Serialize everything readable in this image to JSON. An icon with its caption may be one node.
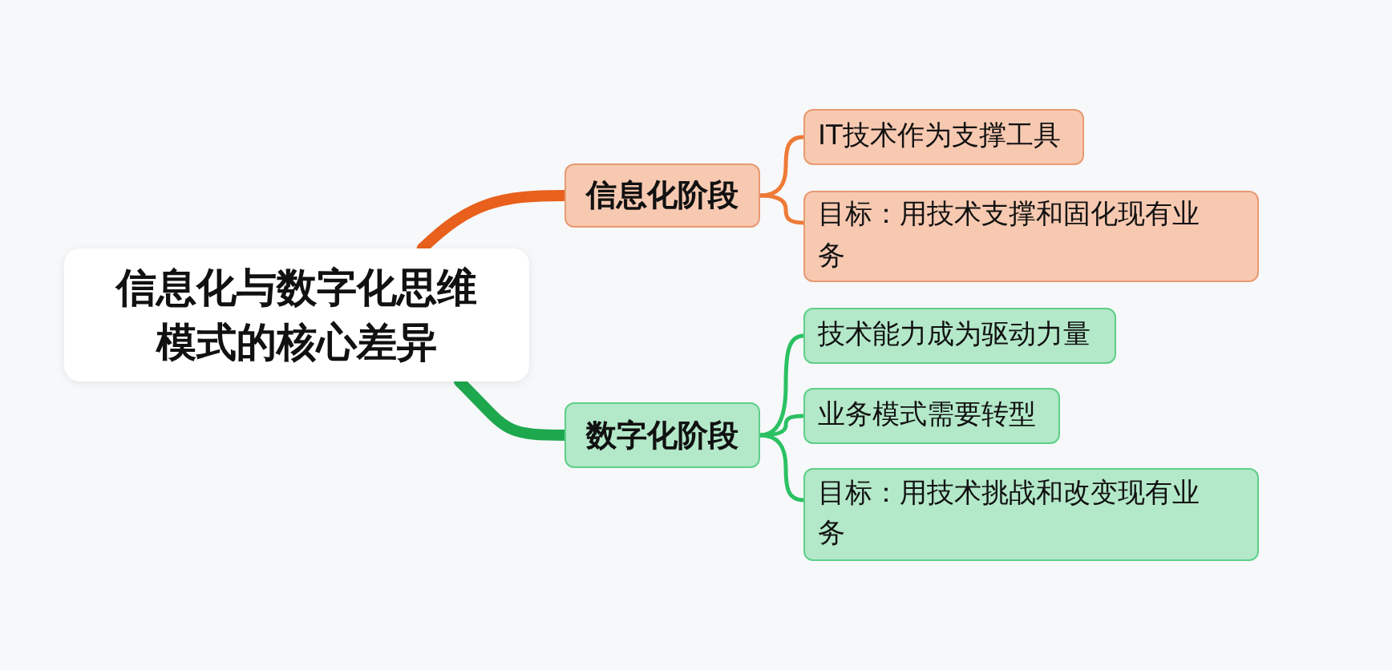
{
  "diagram": {
    "nodes": [
      {
        "text": [
          "信息化与数字化思维模式的核心差异"
        ]
      },
      {
        "text": [
          "信息化阶段"
        ]
      },
      {
        "text": [
          "IT技术作为支撑工具"
        ]
      },
      {
        "text": [
          "目标：用技术支撑和固化现有业务"
        ]
      },
      {
        "text": [
          "数字化阶段"
        ]
      },
      {
        "text": [
          "技术能力成为驱动力量"
        ]
      },
      {
        "text": [
          "业务模式需要转型"
        ]
      },
      {
        "text": [
          "目标：用技术挑战和改变现有业务"
        ]
      }
    ],
    "edges": [
      {
        "from": 0,
        "to": 1,
        "arrow": "none",
        "style": "thick",
        "color": "#e8601c"
      },
      {
        "from": 1,
        "to": 2,
        "arrow": "none",
        "color": "#ee7a36"
      },
      {
        "from": 1,
        "to": 3,
        "arrow": "none",
        "color": "#ee7a36"
      },
      {
        "from": 0,
        "to": 4,
        "arrow": "none",
        "style": "thick",
        "color": "#1ea84e"
      },
      {
        "from": 4,
        "to": 5,
        "arrow": "none",
        "color": "#2cc163"
      },
      {
        "from": 4,
        "to": 6,
        "arrow": "none",
        "color": "#2cc163"
      },
      {
        "from": 4,
        "to": 7,
        "arrow": "none",
        "color": "#2cc163"
      }
    ]
  }
}
